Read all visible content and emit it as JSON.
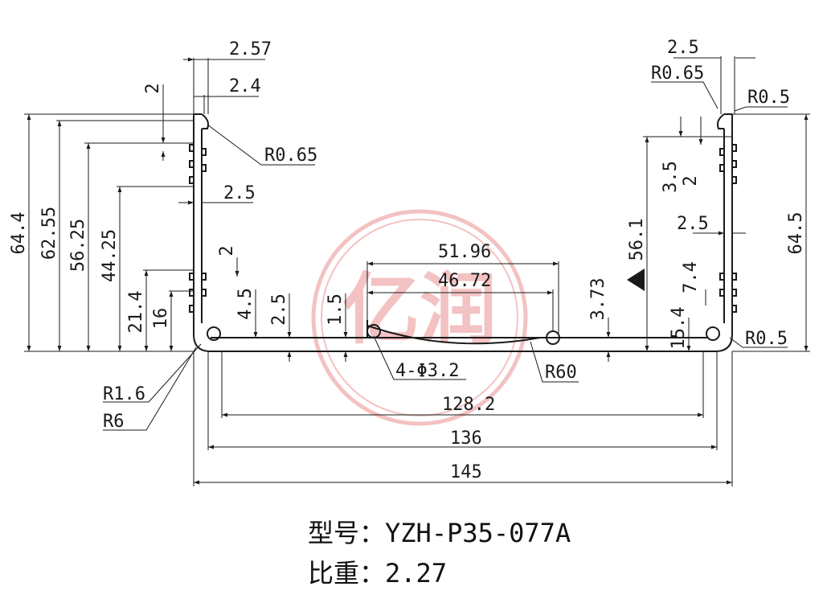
{
  "watermark": {
    "text": "亿润",
    "color": "#f2b8b8"
  },
  "dimensions": {
    "w_2_57": "2.57",
    "w_2_4": "2.4",
    "w_2_5_top_right": "2.5",
    "r_0_65_left": "R0.65",
    "r_0_65_right": "R0.65",
    "r_0_5_top": "R0.5",
    "r_0_5_bottom": "R0.5",
    "h_64_4": "64.4",
    "h_62_55": "62.55",
    "h_56_25": "56.25",
    "h_44_25": "44.25",
    "h_21_4": "21.4",
    "h_16": "16",
    "h_2_top": "2",
    "h_2_mid": "2",
    "w_2_5_left": "2.5",
    "h_4_5": "4.5",
    "h_2_5_bottom": "2.5",
    "h_1_5": "1.5",
    "w_51_96": "51.96",
    "w_46_72": "46.72",
    "h_3_73": "3.73",
    "h_56_1": "56.1",
    "h_3_5": "3.5",
    "h_2_right": "2",
    "w_2_5_right": "2.5",
    "h_7_4": "7.4",
    "h_15_4": "15.4",
    "h_64_5": "64.5",
    "r_1_6": "R1.6",
    "r_6": "R6",
    "holes": "4-Φ3.2",
    "r_60": "R60",
    "w_128_2": "128.2",
    "w_136": "136",
    "w_145": "145"
  },
  "caption": {
    "model_label": "型号：",
    "model_value": "YZH-P35-077A",
    "density_label": "比重：",
    "density_value": "2.27"
  }
}
